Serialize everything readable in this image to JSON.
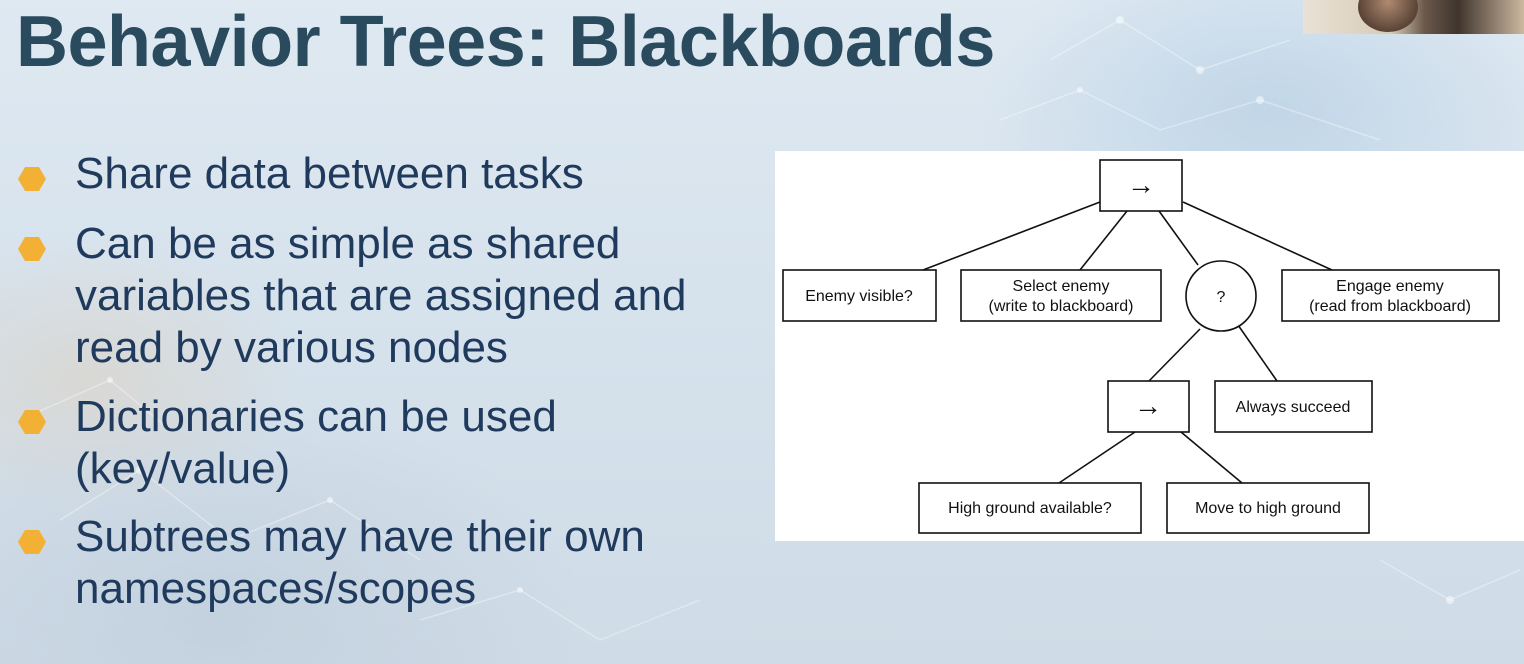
{
  "slide": {
    "title": "Behavior Trees: Blackboards",
    "bullets": [
      "Share data between tasks",
      "Can be as simple as shared\nvariables that are assigned and\nread by various nodes",
      "Dictionaries can be used\n(key/value)",
      "Subtrees may have their own\nnamespaces/scopes"
    ],
    "bullet_color": "#f2b135",
    "title_color": "#2a4a5e",
    "text_color": "#1f3a5c"
  },
  "diagram": {
    "root_symbol": "→",
    "leaf_enemy_visible": "Enemy visible?",
    "select_enemy_line1": "Select enemy",
    "select_enemy_line2": "(write to blackboard)",
    "selector_symbol": "?",
    "engage_enemy_line1": "Engage enemy",
    "engage_enemy_line2": "(read from blackboard)",
    "sub_sequence_symbol": "→",
    "always_succeed": "Always succeed",
    "high_ground_available": "High ground available?",
    "move_to_high_ground": "Move to high ground"
  },
  "webcam": {
    "icon": "webcam-video-feed"
  }
}
